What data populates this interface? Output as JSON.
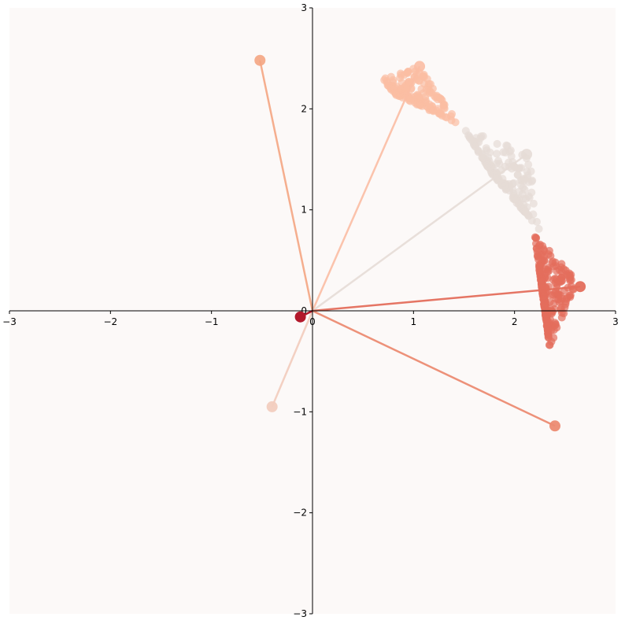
{
  "chart_data": {
    "type": "scatter",
    "title": "",
    "xlabel": "",
    "ylabel": "",
    "xlim": [
      -3,
      3
    ],
    "ylim": [
      -3,
      3
    ],
    "grid": false,
    "x_ticks": [
      "−3",
      "−2",
      "−1",
      "0",
      "1",
      "2",
      "3"
    ],
    "y_ticks": [
      "−3",
      "−2",
      "−1",
      "0",
      "1",
      "2",
      "3"
    ],
    "x_tick_values": [
      -3,
      -2,
      -1,
      0,
      1,
      2,
      3
    ],
    "y_tick_values": [
      -3,
      -2,
      -1,
      0,
      1,
      2,
      3
    ],
    "colors": {
      "background": "#fcf9f8",
      "axis": "#000000",
      "vector_a": "#f4a582",
      "vector_b": "#fbbda3",
      "vector_c": "#e6dbd6",
      "vector_d": "#e46e5c",
      "vector_e": "#ec8b72",
      "vector_f": "#f2cdbf",
      "vector_g": "#b2182b"
    },
    "vectors": [
      {
        "x": -0.52,
        "y": 2.48,
        "color": "#f4a582",
        "opacity": 0.9
      },
      {
        "x": 1.06,
        "y": 2.42,
        "color": "#fbbda3",
        "opacity": 0.9
      },
      {
        "x": 2.12,
        "y": 1.55,
        "color": "#e6dbd6",
        "opacity": 0.9
      },
      {
        "x": 2.65,
        "y": 0.24,
        "color": "#e46e5c",
        "opacity": 0.95
      },
      {
        "x": 2.4,
        "y": -1.14,
        "color": "#ec8b72",
        "opacity": 0.95
      },
      {
        "x": -0.4,
        "y": -0.95,
        "color": "#f2cdbf",
        "opacity": 0.95
      },
      {
        "x": -0.12,
        "y": -0.06,
        "color": "#b2182b",
        "opacity": 1
      }
    ],
    "clusters": [
      {
        "color": "#fbbda3",
        "count": 160,
        "vertices": [
          [
            0.7,
            2.3
          ],
          [
            1.05,
            2.42
          ],
          [
            1.45,
            1.85
          ],
          [
            0.8,
            2.15
          ]
        ]
      },
      {
        "color": "#e6dbd6",
        "count": 180,
        "vertices": [
          [
            1.5,
            1.8
          ],
          [
            2.18,
            1.55
          ],
          [
            2.25,
            0.8
          ],
          [
            1.78,
            1.35
          ]
        ]
      },
      {
        "color": "#e46e5c",
        "count": 260,
        "vertices": [
          [
            2.2,
            0.75
          ],
          [
            2.62,
            0.3
          ],
          [
            2.35,
            -0.38
          ],
          [
            2.3,
            0.1
          ]
        ]
      }
    ]
  }
}
